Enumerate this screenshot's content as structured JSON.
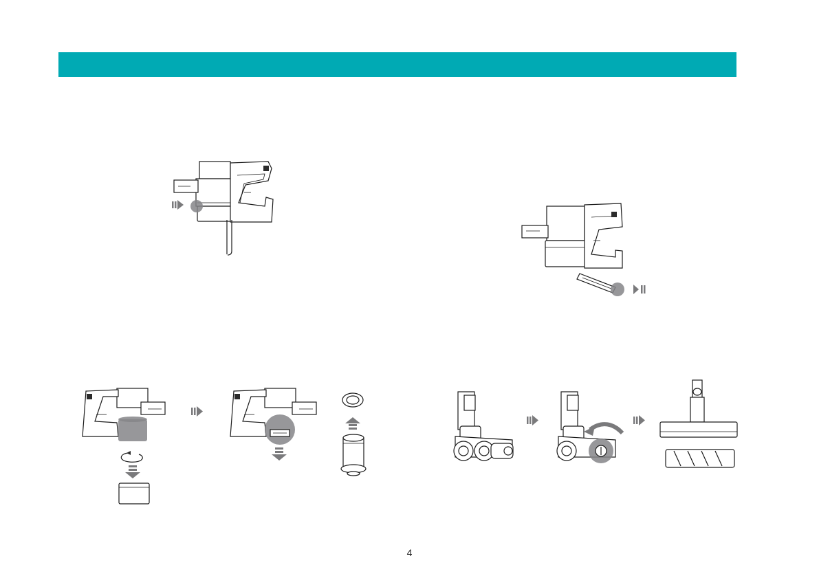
{
  "header": {
    "color": "#00aab4"
  },
  "page": {
    "number": "4"
  },
  "figures": {
    "remove_bin_latch": "vacuum-handheld-unit-with-bin-lid-arrow",
    "insert_pre_filter": "vacuum-handheld-unit-with-filter-arrow",
    "empty_bin": "bin-twist-off-sequence",
    "brush_head": "floor-head-roller-removal-sequence"
  },
  "colors": {
    "arrow": "#7a7a7c",
    "highlight": "#858588",
    "line": "#1a1a1a"
  }
}
